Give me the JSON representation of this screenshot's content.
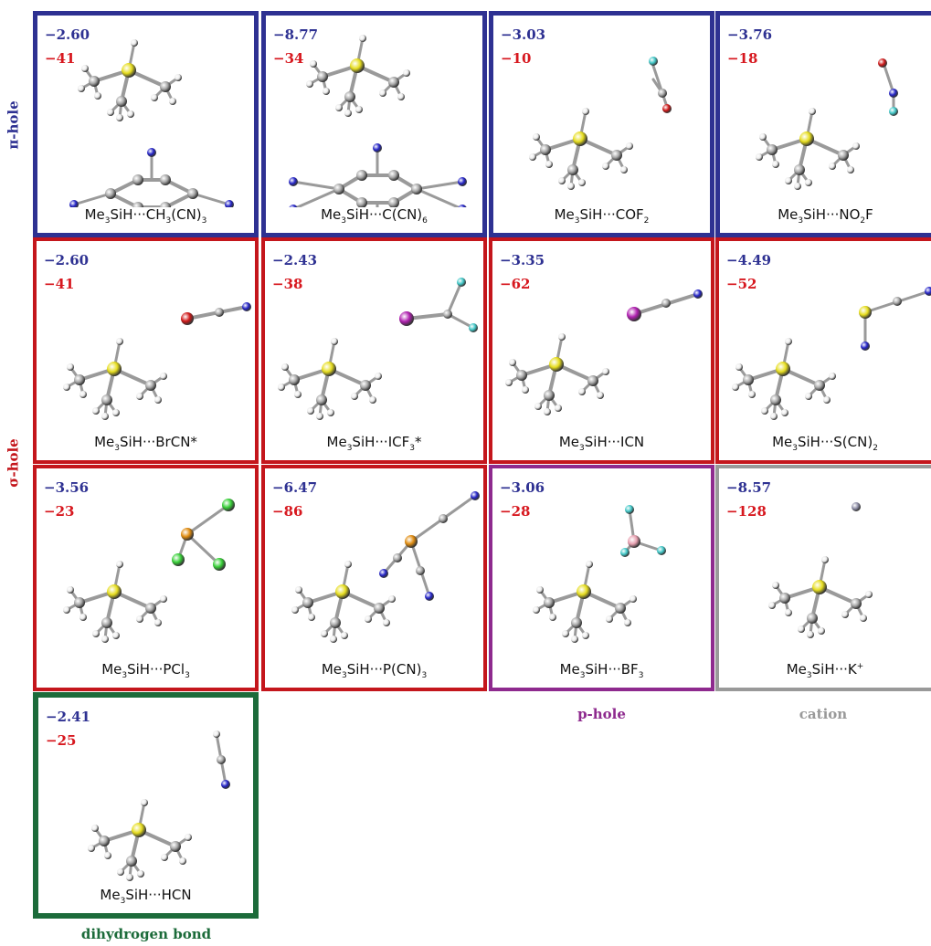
{
  "categories": {
    "pi": {
      "label": "π-hole",
      "color": "#2e3192"
    },
    "sigma": {
      "label": "σ-hole",
      "color": "#c4161c"
    },
    "p": {
      "label": "p-hole",
      "color": "#8e2a8e"
    },
    "cation": {
      "label": "cation",
      "color": "#999999"
    },
    "dihydrogen": {
      "label": "dihydrogen bond",
      "color": "#1c6b3a"
    }
  },
  "cells": [
    {
      "e1": "−2.60",
      "e2": "−41",
      "caption": "Me<sub>3</sub>SiH···CH<sub>3</sub>(CN)<sub>3</sub>",
      "category": "pi"
    },
    {
      "e1": "−8.77",
      "e2": "−34",
      "caption": "Me<sub>3</sub>SiH···C(CN)<sub>6</sub>",
      "category": "pi"
    },
    {
      "e1": "−3.03",
      "e2": "−10",
      "caption": "Me<sub>3</sub>SiH···COF<sub>2</sub>",
      "category": "pi"
    },
    {
      "e1": "−3.76",
      "e2": "−18",
      "caption": "Me<sub>3</sub>SiH···NO<sub>2</sub>F",
      "category": "pi"
    },
    {
      "e1": "−2.60",
      "e2": "−41",
      "caption": "Me<sub>3</sub>SiH···BrCN*",
      "category": "sigma"
    },
    {
      "e1": "−2.43",
      "e2": "−38",
      "caption": "Me<sub>3</sub>SiH···ICF<sub>3</sub>*",
      "category": "sigma"
    },
    {
      "e1": "−3.35",
      "e2": "−62",
      "caption": "Me<sub>3</sub>SiH···ICN",
      "category": "sigma"
    },
    {
      "e1": "−4.49",
      "e2": "−52",
      "caption": "Me<sub>3</sub>SiH···S(CN)<sub>2</sub>",
      "category": "sigma"
    },
    {
      "e1": "−3.56",
      "e2": "−23",
      "caption": "Me<sub>3</sub>SiH···PCl<sub>3</sub>",
      "category": "sigma"
    },
    {
      "e1": "−6.47",
      "e2": "−86",
      "caption": "Me<sub>3</sub>SiH···P(CN)<sub>3</sub>",
      "category": "sigma"
    },
    {
      "e1": "−3.06",
      "e2": "−28",
      "caption": "Me<sub>3</sub>SiH···BF<sub>3</sub>",
      "category": "p"
    },
    {
      "e1": "−8.57",
      "e2": "−128",
      "caption": "Me<sub>3</sub>SiH···K<sup>+</sup>",
      "category": "cation"
    },
    {
      "e1": "−2.41",
      "e2": "−25",
      "caption": "Me<sub>3</sub>SiH···HCN",
      "category": "dihydrogen"
    }
  ]
}
